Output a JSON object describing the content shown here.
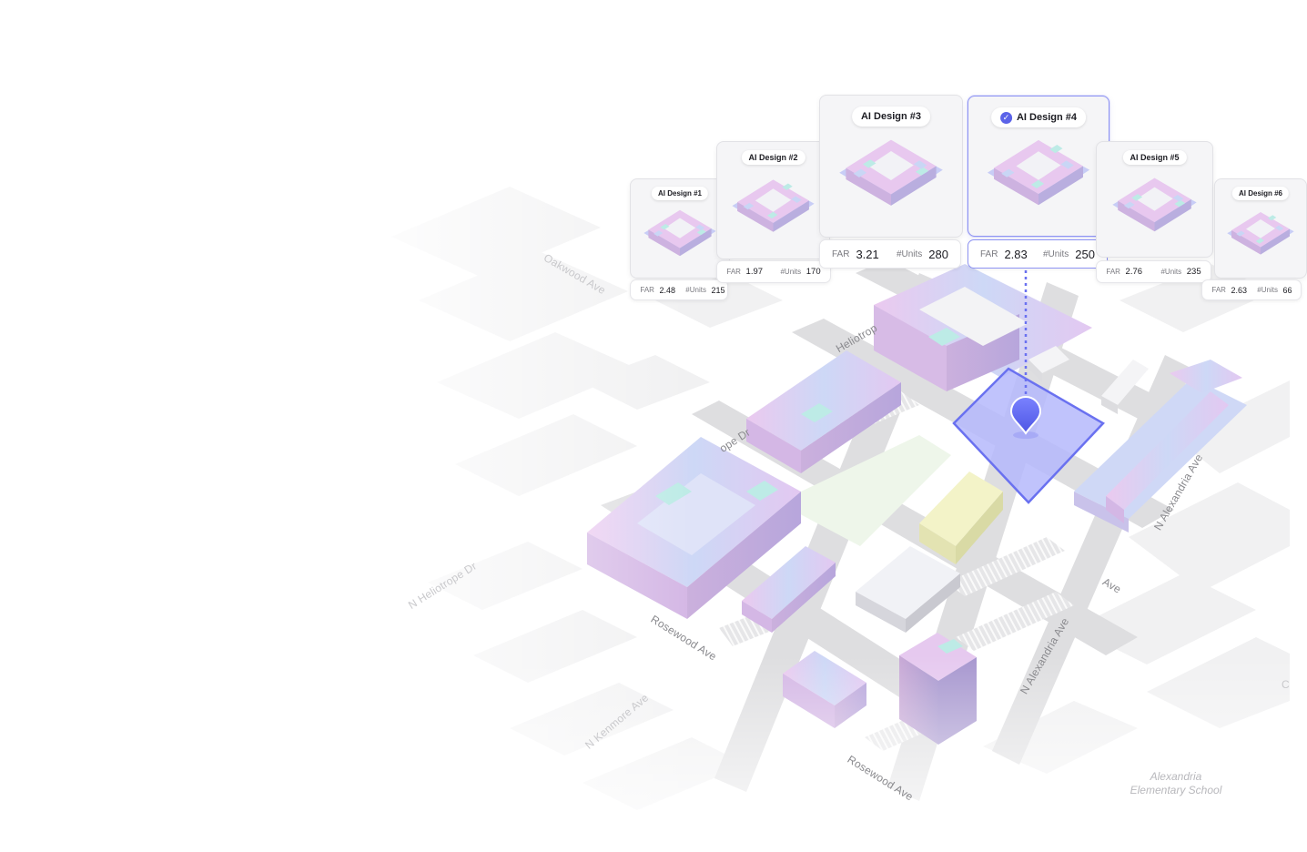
{
  "streets": {
    "n_heliotrope_dr": "N Heliotrope Dr",
    "heliotrope_dr_label": "Heliotrop",
    "otrope_dr_label": "ope Dr",
    "rosewood_ave": "Rosewood Ave",
    "n_alexandria_ave": "N Alexandria Ave",
    "ave_label": "Ave",
    "n_kenmore_ave": "N Kenmore Ave",
    "oakwood_ave": "Oakwood Ave",
    "c_label": "C"
  },
  "landmarks": {
    "school_line1": "Alexandria",
    "school_line2": "Elementary School"
  },
  "designs": [
    {
      "name": "AI Design #1",
      "far_label": "FAR",
      "far": "2.48",
      "units_label": "#Units",
      "units": "215",
      "selected": false
    },
    {
      "name": "AI Design #2",
      "far_label": "FAR",
      "far": "1.97",
      "units_label": "#Units",
      "units": "170",
      "selected": false
    },
    {
      "name": "AI Design #3",
      "far_label": "FAR",
      "far": "3.21",
      "units_label": "#Units",
      "units": "280",
      "selected": false
    },
    {
      "name": "AI Design #4",
      "far_label": "FAR",
      "far": "2.83",
      "units_label": "#Units",
      "units": "250",
      "selected": true
    },
    {
      "name": "AI Design #5",
      "far_label": "FAR",
      "far": "2.76",
      "units_label": "#Units",
      "units": "235",
      "selected": false
    },
    {
      "name": "AI Design #6",
      "far_label": "FAR",
      "far": "2.63",
      "units_label": "#Units",
      "units": "66",
      "selected": false
    }
  ],
  "icons": {
    "selected_check": "check-icon",
    "site_pin": "map-pin-icon"
  },
  "colors": {
    "accent": "#5b63e8",
    "selected_border": "#8e93f3",
    "site_fill": "#b5b8fb",
    "building_pink": "#e7c6ee",
    "building_blue": "#c9d6f5",
    "building_mint": "#bdebe6",
    "road": "#dcdcde",
    "park": "#eef6ea",
    "yellow_block": "#f1f2c5"
  }
}
